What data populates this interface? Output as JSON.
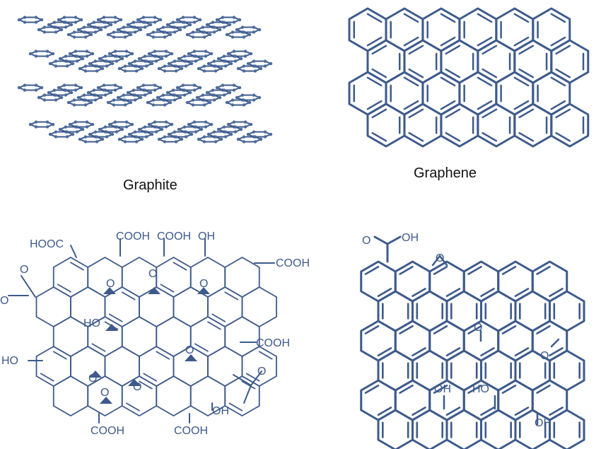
{
  "captions": {
    "graphite": "Graphite",
    "graphene": "Graphene"
  },
  "colors": {
    "bond": "#3d5a8a",
    "atom": "#4a6a9e",
    "text": "#111111",
    "background": "#ffffff"
  },
  "go_labels": {
    "hooc": "HOOC",
    "cooh_top1": "COOH",
    "cooh_top2": "COOH",
    "oh_top": "OH",
    "cooh_right": "COOH",
    "o_left": "O",
    "o_left2": "O",
    "ho_mid": "HO",
    "cooh_mid_right": "COOH",
    "o_carbonyl": "O",
    "ho_left": "HO",
    "oh_bottom": "OH",
    "cooh_bottom1": "COOH",
    "cooh_bottom2": "COOH",
    "o_epox1": "O",
    "o_epox2": "O",
    "o_epox3": "O",
    "o_epox4": "O",
    "o_epox5": "O",
    "o_epox6": "O",
    "o_epox7": "O"
  },
  "rgo_labels": {
    "o_acid": "O",
    "oh_acid": "OH",
    "o_top": "O",
    "o_mid": "O",
    "o_right": "O",
    "oh_1": "OH",
    "ho_1": "HO",
    "oh_2": "OH"
  }
}
